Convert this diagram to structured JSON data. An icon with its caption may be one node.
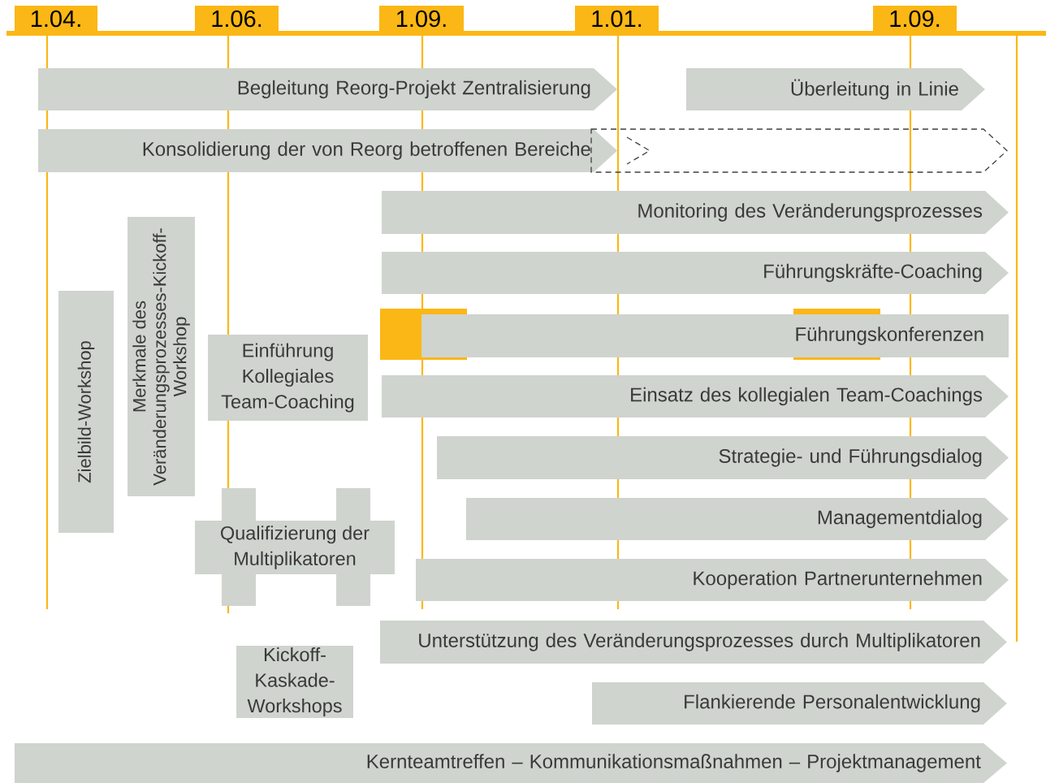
{
  "diagram": {
    "nodes": [
      {
        "text": [
          "1.04."
        ]
      },
      {
        "text": [
          "1.06."
        ]
      },
      {
        "text": [
          "1.09."
        ]
      },
      {
        "text": [
          "1.01."
        ]
      },
      {
        "text": [
          "1.09."
        ]
      },
      {
        "text": [
          "Begleitung Reorg-Projekt Zentralisierung"
        ]
      },
      {
        "text": [
          "Überleitung in Linie"
        ]
      },
      {
        "text": [
          "Konsolidierung der von Reorg betroffenen Bereiche"
        ]
      },
      {
        "text": [],
        "shape": "arrow"
      },
      {
        "text": [
          "Monitoring des Veränderungsprozesses"
        ]
      },
      {
        "text": [
          "Führungskräfte-Coaching"
        ]
      },
      {
        "text": [
          "Merkmale des Veränderungsprozesses-Kickoff-Workshop"
        ]
      },
      {
        "text": [
          "Zielbild-Workshop"
        ]
      },
      {
        "text": [
          "Führungskonferenzen"
        ]
      },
      {
        "text": [
          "Einführung Kollegiales Team-Coaching"
        ]
      },
      {
        "text": [
          "Einsatz des kollegialen Team-Coachings"
        ]
      },
      {
        "text": [
          "Strategie- und Führungsdialog"
        ]
      },
      {
        "text": [
          "Qualifizierung der Multiplikatoren"
        ]
      },
      {
        "text": [
          "Managementdialog"
        ]
      },
      {
        "text": [
          "Kooperation Partnerunternehmen"
        ]
      },
      {
        "text": [
          "Unterstützung des Veränderungsprozesses durch Multiplikatoren"
        ]
      },
      {
        "text": [
          "Kickoff- Kaskade- Workshops"
        ]
      },
      {
        "text": [
          "Flankierende Personalentwicklung"
        ]
      },
      {
        "text": [
          "Kernteamtreffen – Kommunikationsmaßnahmen – Projektmanagement"
        ]
      }
    ]
  }
}
